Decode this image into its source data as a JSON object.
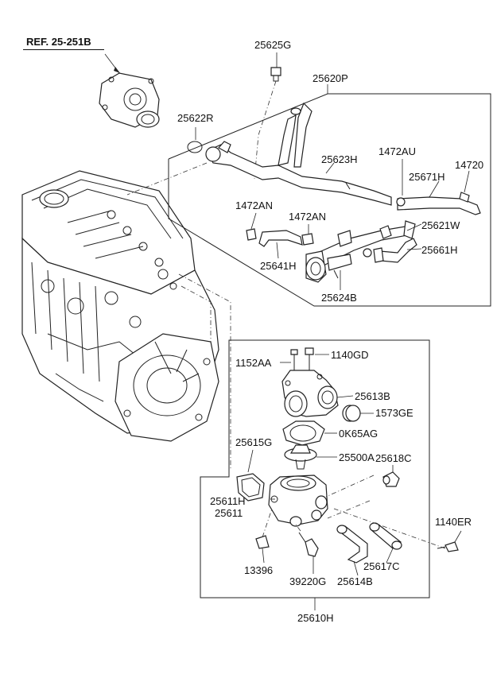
{
  "diagram": {
    "reference": "REF. 25-251B",
    "parts": {
      "p25625G": "25625G",
      "p25620P": "25620P",
      "p25622R": "25622R",
      "p25623H": "25623H",
      "p1472AU": "1472AU",
      "p14720": "14720",
      "p25671H": "25671H",
      "p1472AN_a": "1472AN",
      "p1472AN_b": "1472AN",
      "p25621W": "25621W",
      "p25661H": "25661H",
      "p25641H": "25641H",
      "p25624B": "25624B",
      "p1152AA": "1152AA",
      "p1140GD": "1140GD",
      "p25613B": "25613B",
      "p1573GE": "1573GE",
      "p0K65AG": "0K65AG",
      "p25615G": "25615G",
      "p25500A": "25500A",
      "p25618C": "25618C",
      "p25611H": "25611H",
      "p25611": "25611",
      "p1140ER": "1140ER",
      "p13396": "13396",
      "p39220G": "39220G",
      "p25614B": "25614B",
      "p25617C": "25617C",
      "p25610H": "25610H"
    }
  }
}
